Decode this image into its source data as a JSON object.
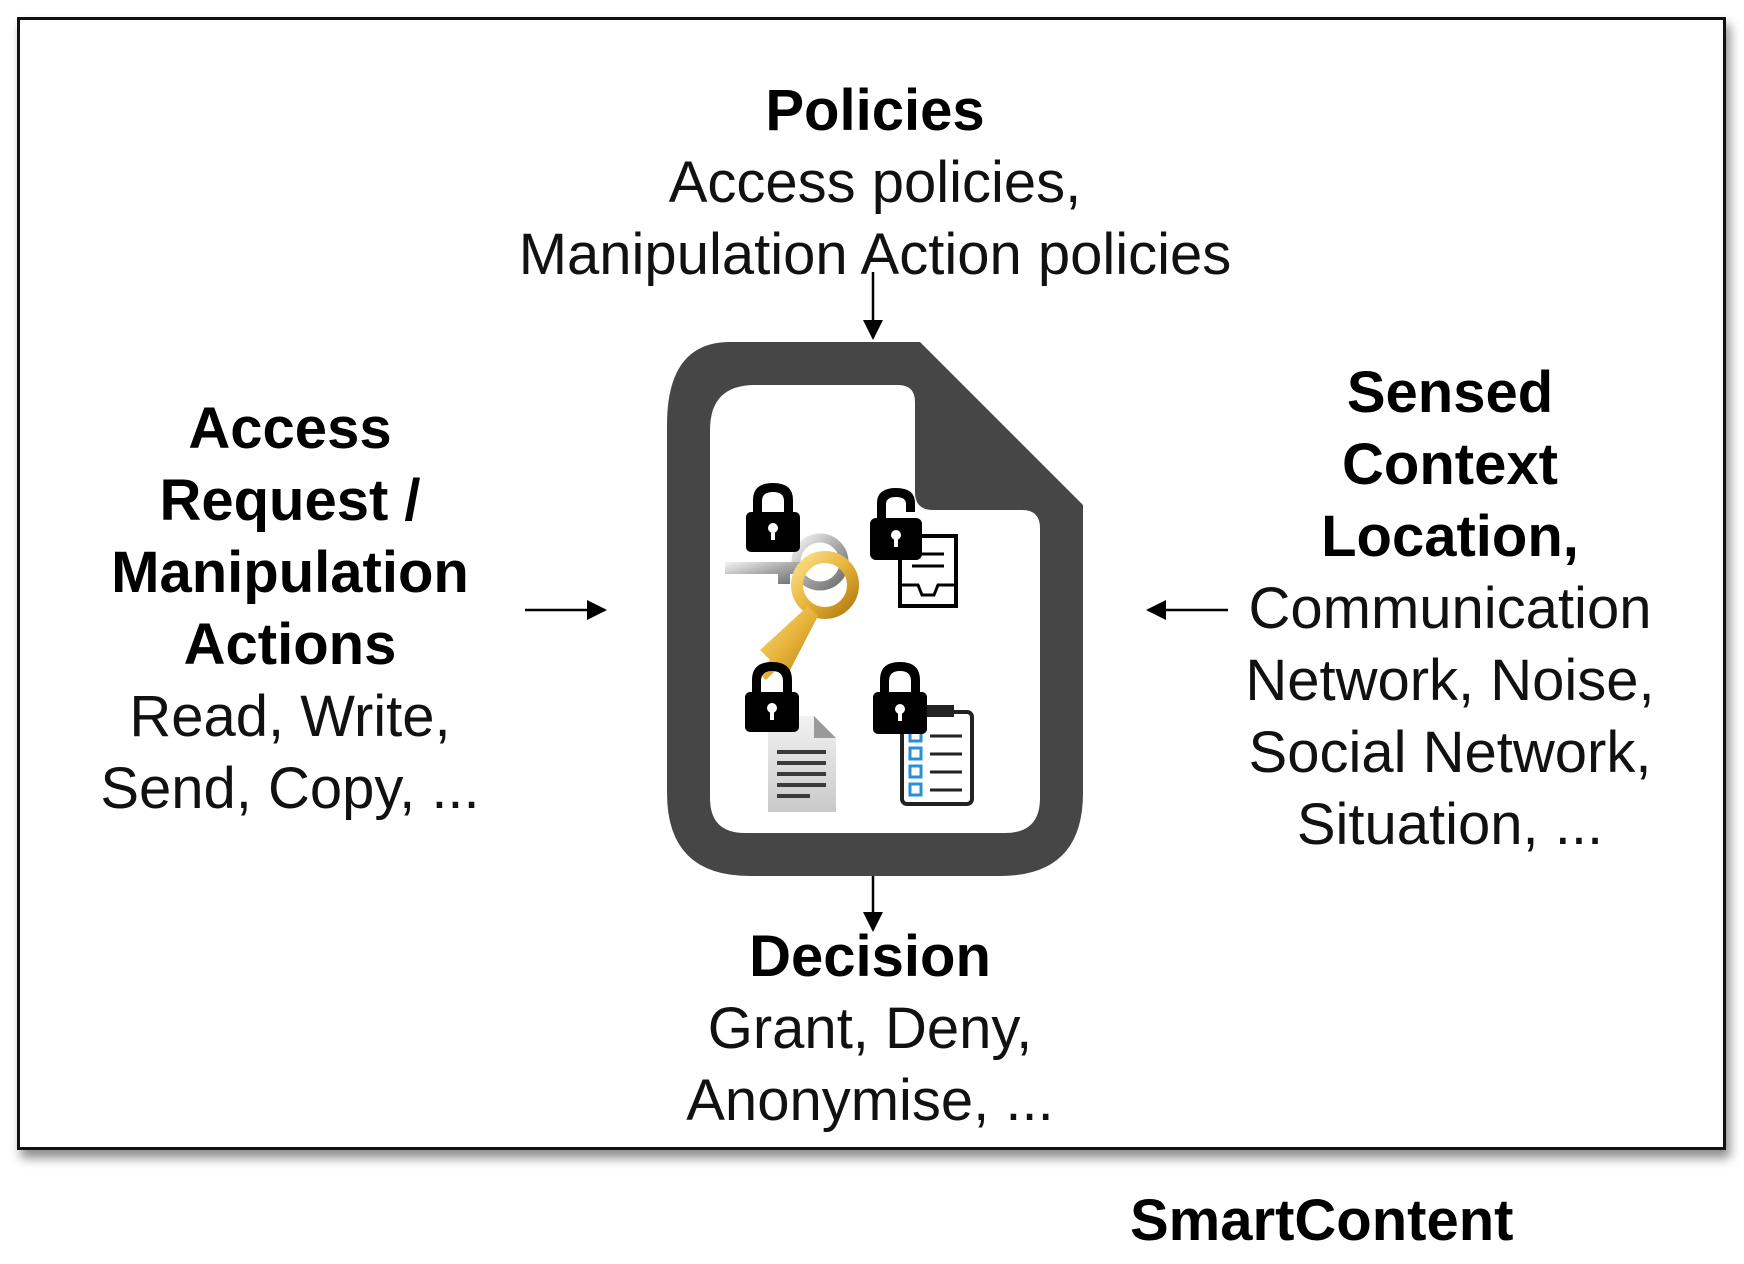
{
  "policies": {
    "title": "Policies",
    "lines": [
      "Access policies,",
      "Manipulation Action policies"
    ]
  },
  "access_request": {
    "title_lines": [
      "Access",
      "Request /",
      "Manipulation",
      "Actions"
    ],
    "lines": [
      "Read, Write,",
      "Send, Copy, ..."
    ]
  },
  "sensed_context": {
    "title_lines": [
      "Sensed",
      "Context",
      "Location,"
    ],
    "lines": [
      "Communication",
      "Network, Noise,",
      "Social Network,",
      "Situation, ..."
    ]
  },
  "decision": {
    "title": "Decision",
    "lines": [
      "Grant, Deny,",
      "Anonymise, ..."
    ]
  },
  "footer": {
    "label": "SmartContent"
  },
  "icons": {
    "document": "document-icon",
    "keys": "padlock-keys-icon",
    "inbox": "unlocked-inbox-icon",
    "file": "padlock-file-icon",
    "checklist": "padlock-checklist-icon"
  },
  "colors": {
    "document_outline": "#464646",
    "key_gold": "#e8b33a",
    "check_blue": "#2a8fd8"
  }
}
